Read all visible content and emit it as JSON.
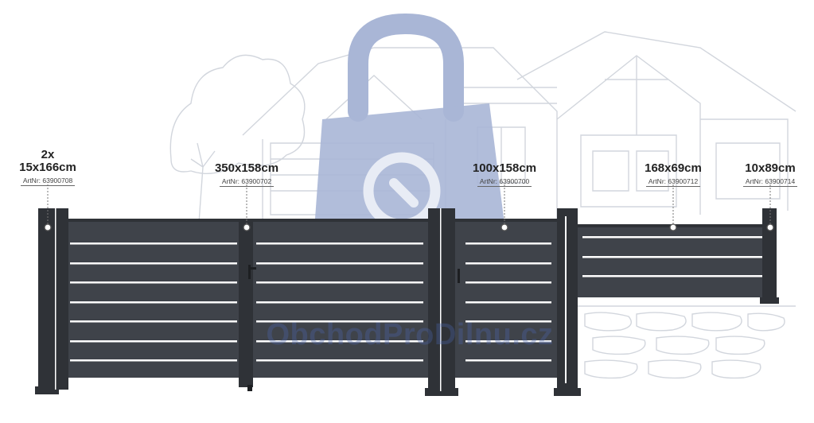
{
  "products": [
    {
      "quantity": "2x",
      "size": "15x166cm",
      "art_nr": "ArtNr: 63900708"
    },
    {
      "size": "350x158cm",
      "art_nr": "ArtNr: 63900702"
    },
    {
      "size": "100x158cm",
      "art_nr": "ArtNr: 63900700"
    },
    {
      "size": "168x69cm",
      "art_nr": "ArtNr: 63900712"
    },
    {
      "size": "10x89cm",
      "art_nr": "ArtNr: 63900714"
    }
  ],
  "watermark": {
    "text": "ObchodProDilnu.cz",
    "icon": "shopping-bag-wrench-icon"
  },
  "colors": {
    "panel": "#3f434a",
    "post": "#2f3237",
    "slat_gap": "#ffffff",
    "watermark": "#4a64a8",
    "sketch": "#c9ced6"
  }
}
